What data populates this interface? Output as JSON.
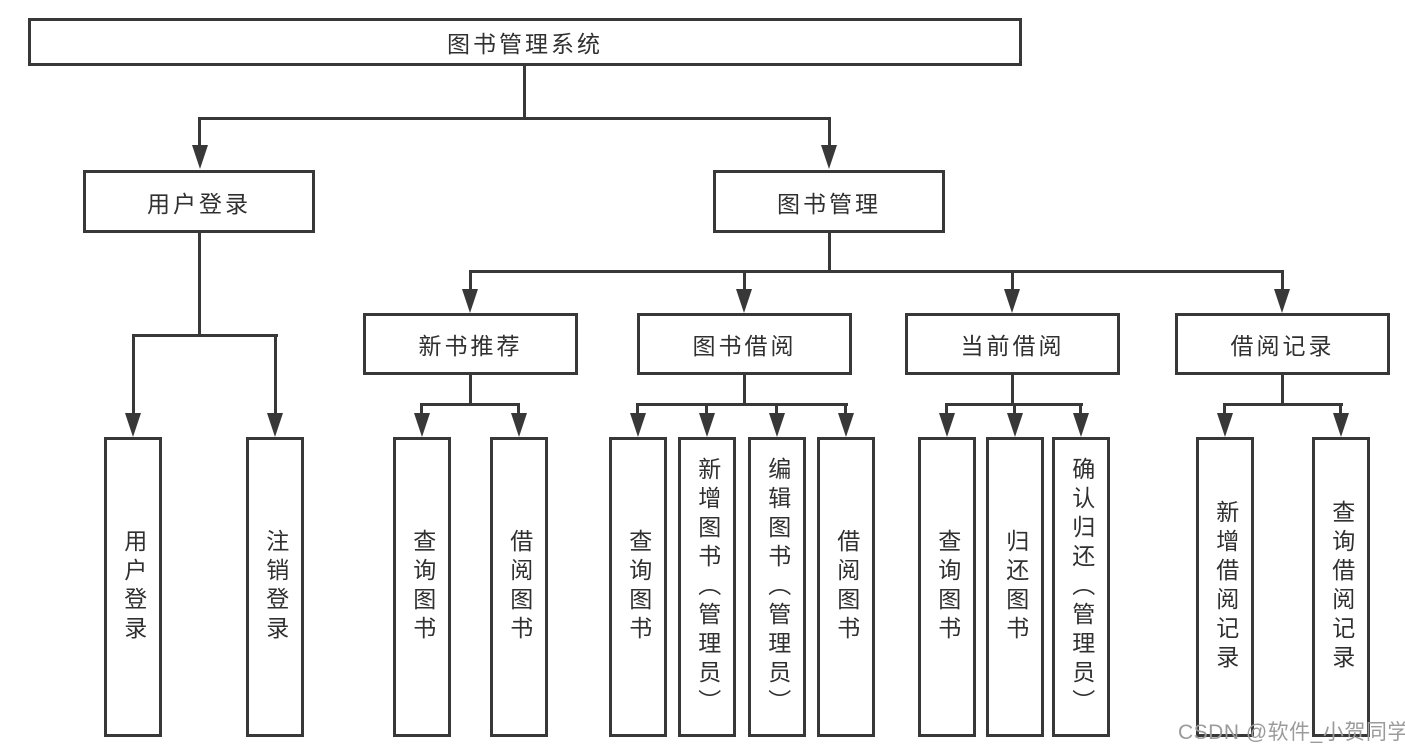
{
  "tree": {
    "label": "图书管理系统",
    "children": [
      {
        "label": "用户登录",
        "children": [
          {
            "label": "用户登录"
          },
          {
            "label": "注销登录"
          }
        ]
      },
      {
        "label": "图书管理",
        "children": [
          {
            "label": "新书推荐",
            "children": [
              {
                "label": "查询图书"
              },
              {
                "label": "借阅图书"
              }
            ]
          },
          {
            "label": "图书借阅",
            "children": [
              {
                "label": "查询图书"
              },
              {
                "label": "新增图书（管理员）"
              },
              {
                "label": "编辑图书（管理员）"
              },
              {
                "label": "借阅图书"
              }
            ]
          },
          {
            "label": "当前借阅",
            "children": [
              {
                "label": "查询图书"
              },
              {
                "label": "归还图书"
              },
              {
                "label": "确认归还（管理员）"
              }
            ]
          },
          {
            "label": "借阅记录",
            "children": [
              {
                "label": "新增借阅记录"
              },
              {
                "label": "查询借阅记录"
              }
            ]
          }
        ]
      }
    ]
  },
  "watermark": {
    "text": "CSDN @软件_小贺同学"
  },
  "colors": {
    "line": "#383838",
    "text": "#303030",
    "watermark": "#9b9b9b",
    "background": "#ffffff"
  }
}
